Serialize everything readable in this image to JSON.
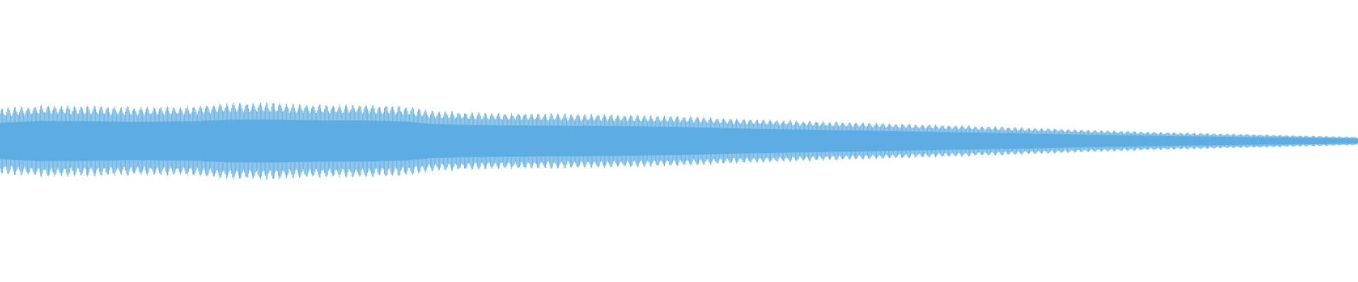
{
  "waveform": {
    "color": "#5dade2",
    "background": "#ffffff",
    "envelope": {
      "positions": [
        0.0,
        0.03,
        0.06,
        0.1,
        0.14,
        0.17,
        0.2,
        0.24,
        0.27,
        0.3,
        0.32,
        0.36,
        0.4,
        0.45,
        0.5,
        0.55,
        0.6,
        0.65,
        0.7,
        0.75,
        0.8,
        0.85,
        0.9,
        0.95,
        1.0
      ],
      "amplitudes": [
        0.78,
        0.86,
        0.85,
        0.82,
        0.84,
        0.92,
        0.92,
        0.88,
        0.88,
        0.83,
        0.72,
        0.68,
        0.66,
        0.64,
        0.6,
        0.53,
        0.48,
        0.43,
        0.38,
        0.33,
        0.27,
        0.22,
        0.18,
        0.14,
        0.1
      ]
    },
    "modulation": {
      "cycles": 205,
      "depth": 0.22
    },
    "core_ratio": 0.62
  }
}
